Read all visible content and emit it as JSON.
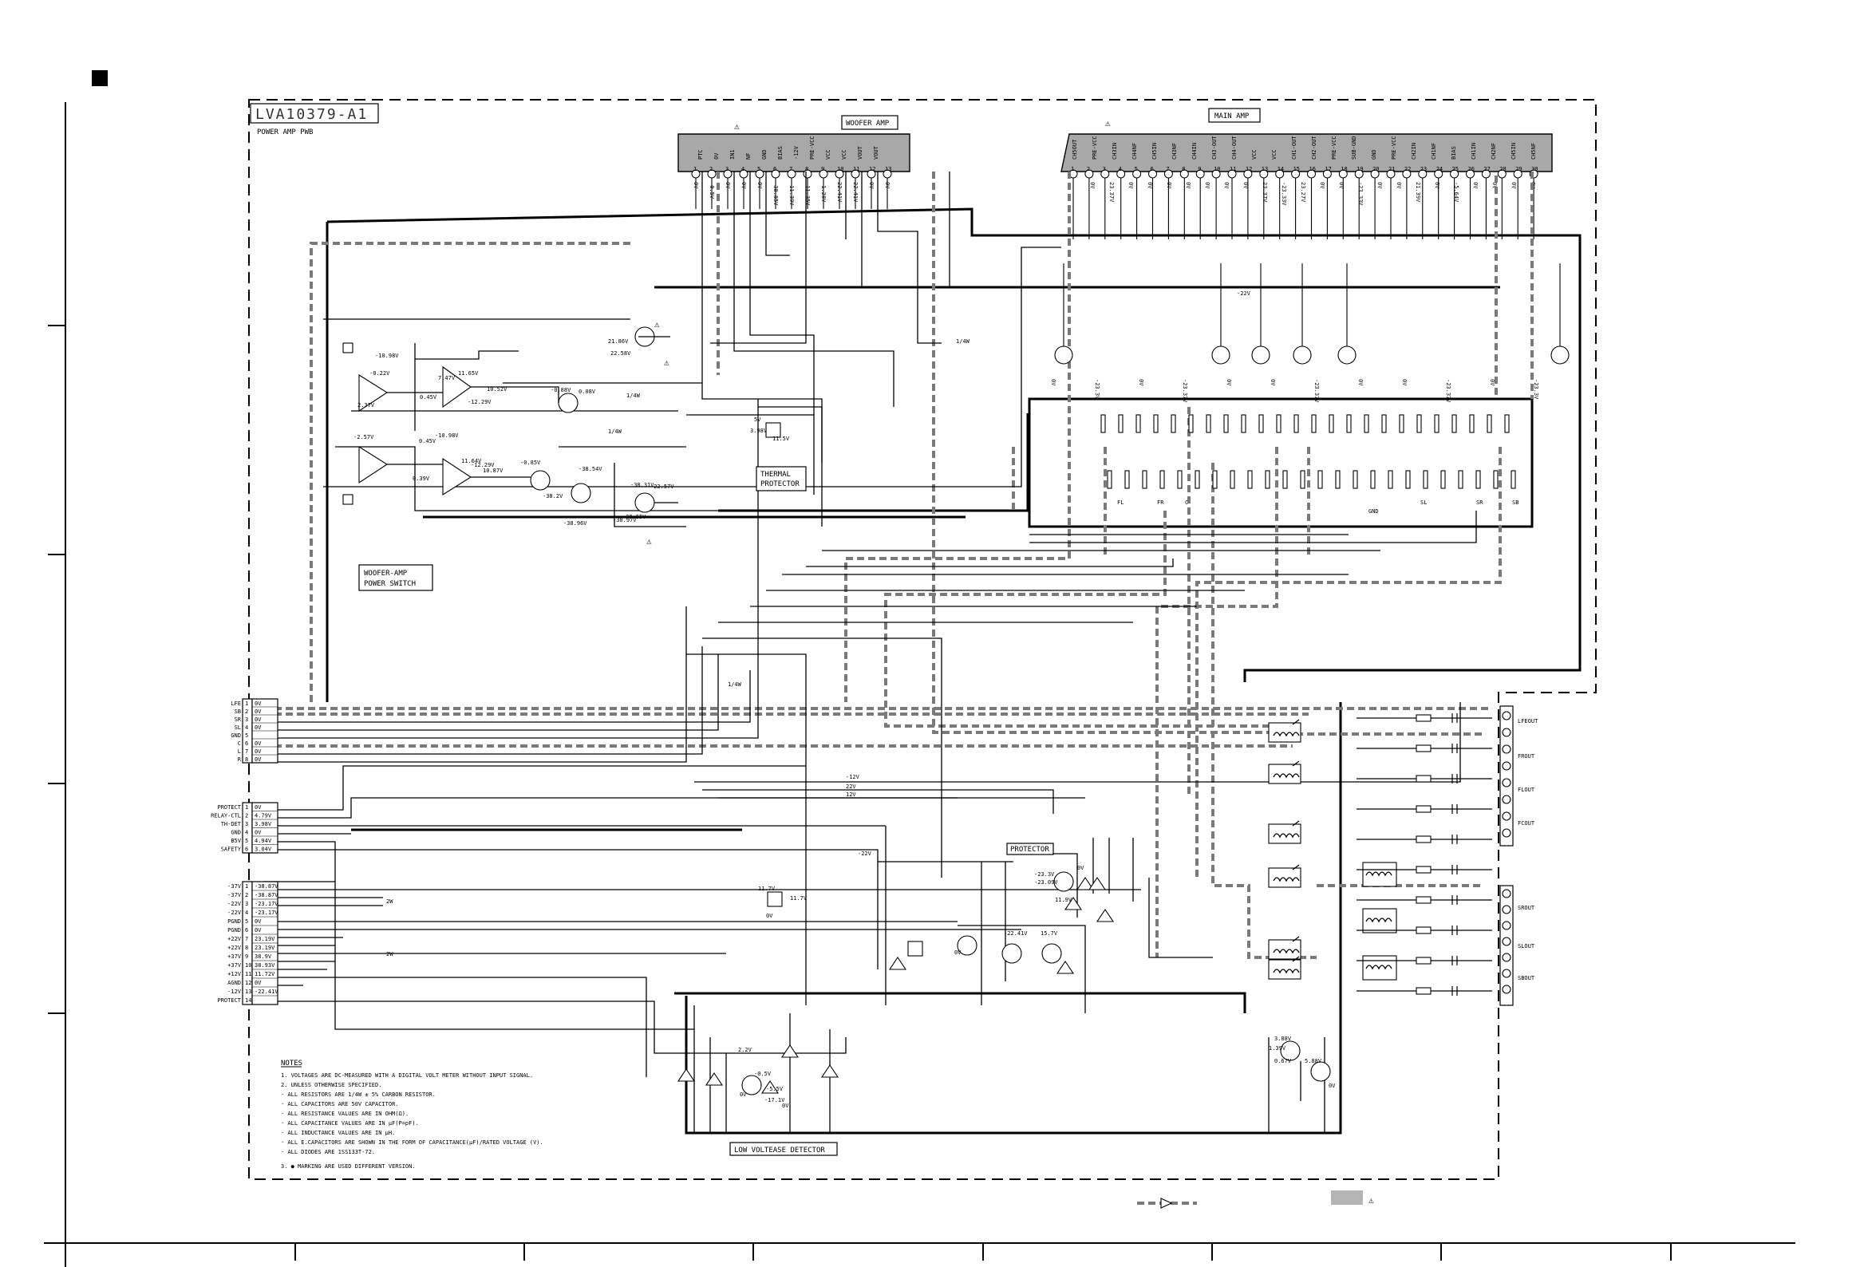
{
  "board": {
    "code": "LVA10379-A1",
    "name": "POWER AMP PWB"
  },
  "blocks": {
    "woofer_amp": "WOOFER AMP",
    "main_amp": "MAIN AMP",
    "woofer_power_switch_line1": "WOOFER-AMP",
    "woofer_power_switch_line2": "POWER SWITCH",
    "thermal_line1": "THERMAL",
    "thermal_line2": "PROTECTOR",
    "protector": "PROTECTOR",
    "low_voltage": "LOW VOLTEASE DETECTOR"
  },
  "woofer_ic_pins": [
    "PTC",
    "0V",
    "IN1",
    "NF",
    "GND",
    "BIAS",
    "-12V",
    "PRE-VCC",
    "VCC",
    "VCC",
    "VOUT",
    "VOUT"
  ],
  "woofer_ic_voltages": [
    "0V",
    "-0.5V",
    "0V",
    "0V",
    "0V",
    "-38.85V",
    "-11.39V",
    "-11.35V",
    "-1.28V",
    "22.41V",
    "22.41V",
    "0V",
    "0V"
  ],
  "main_ic_pins": [
    "CH5OUT",
    "PRE-VCC",
    "CH3IN",
    "CH4NF",
    "CH5IN",
    "CH3NF",
    "CH4IN",
    "CH3-OUT",
    "CH4-OUT",
    "VCC",
    "VCC",
    "CH1-OUT",
    "CH2-OUT",
    "PRE-VCC",
    "SUB-GND",
    "GND",
    "PRE-VCC",
    "CH2IN",
    "CH1NF",
    "BIAS",
    "CH1IN",
    "CH2NF",
    "CH5IN",
    "CH5NF"
  ],
  "main_ic_voltages": [
    "0V",
    "23.37V",
    "0V",
    "0V",
    "0V",
    "0V",
    "0V",
    "0V",
    "0V",
    "23.37V",
    "-23.33V",
    "23.27V",
    "0V",
    "0V",
    "-23.33V",
    "0V",
    "0V",
    "21.39V",
    "0V",
    "-5.64V",
    "0V",
    "0V",
    "0V",
    "0V"
  ],
  "input_connector": {
    "labels": [
      "LFE",
      "SB",
      "SR",
      "SL",
      "GND",
      "C",
      "L",
      "R"
    ],
    "pins": [
      "1",
      "2",
      "3",
      "4",
      "5",
      "6",
      "7",
      "8"
    ],
    "voltages": [
      "0V",
      "0V",
      "0V",
      "0V",
      "",
      "0V",
      "0V",
      "0V"
    ]
  },
  "control_connector": {
    "labels": [
      "PROTECT",
      "RELAY-CTL",
      "TH-DET",
      "GND",
      "B5V",
      "SAFETY"
    ],
    "pins": [
      "1",
      "2",
      "3",
      "4",
      "5",
      "6"
    ],
    "voltages": [
      "0V",
      "4.79V",
      "3.98V",
      "0V",
      "4.94V",
      "3.04V"
    ]
  },
  "power_connector": {
    "labels": [
      "-37V",
      "-37V",
      "-22V",
      "-22V",
      "PGND",
      "PGND",
      "+22V",
      "+22V",
      "+37V",
      "+37V",
      "+12V",
      "AGND",
      "-12V",
      "PROTECT"
    ],
    "pins": [
      "1",
      "2",
      "3",
      "4",
      "5",
      "6",
      "7",
      "8",
      "9",
      "10",
      "11",
      "12",
      "13",
      "14"
    ],
    "voltages": [
      "-38.87V",
      "-38.87V",
      "-23.17V",
      "-23.17V",
      "0V",
      "0V",
      "23.19V",
      "23.19V",
      "38.9V",
      "38.93V",
      "11.72V",
      "0V",
      "-22.41V",
      ""
    ]
  },
  "output_terminals": {
    "front": [
      "LFEOUT",
      "FROUT",
      "FLOUT",
      "FCOUT"
    ],
    "surround": [
      "SROUT",
      "SLOUT",
      "SBOUT"
    ]
  },
  "channel_labels": [
    "FL",
    "FR",
    "C",
    "SL",
    "SR",
    "SB"
  ],
  "rail_labels": [
    "GND",
    "-12V",
    "22V",
    "12V",
    "-22V",
    "-22V",
    "1/4W",
    "1/4W",
    "1/4W",
    "2W",
    "2W",
    "1/4W"
  ],
  "woofer_switch_voltages": [
    "-10.98V",
    "-0.22V",
    "7.47V",
    "11.65V",
    "10.52V",
    "0.45V",
    "-12.29V",
    "2.37V",
    "-0.88V",
    "0.08V",
    "-2.57V",
    "-10.98V",
    "11.64V",
    "-12.29V",
    "0.39V",
    "0.45V",
    "10.87V",
    "-0.85V",
    "-38.2V",
    "-38.54V",
    "-22.57V",
    "-38.96V",
    "-38.55V",
    "-38.97V",
    "-38.31V",
    "21.86V",
    "22.58V"
  ],
  "thermal_voltages": [
    "5V",
    "3.98V",
    "11.5V"
  ],
  "protector_voltages": [
    "-23.3V",
    "-23.09V",
    "11.9V",
    "0V",
    "11.7V",
    "11.7V",
    "0V",
    "-22.41V",
    "15.7V",
    "0V"
  ],
  "low_voltage_values": [
    "2.2V",
    "-0.5V",
    "0V",
    "-5.5V",
    "-17.1V",
    "0V"
  ],
  "detector_voltages": [
    "3.88V",
    "1.39V",
    "0.67V",
    "5.88V",
    "0V"
  ],
  "main_amp_voltages": [
    "0V",
    "-23.3V",
    "0V",
    "-23.37V",
    "0V",
    "0V",
    "-23.37V",
    "0V",
    "0V",
    "-23.37V",
    "0V",
    "-23.3V"
  ],
  "notes": {
    "heading": "NOTES",
    "lines": [
      "1. VOLTAGES ARE DC-MEASURED WITH A DIGITAL VOLT METER WITHOUT INPUT SIGNAL.",
      "2. UNLESS OTHERWISE SPECIFIED.",
      "  · ALL RESISTORS ARE 1/4W ± 5% CARBON RESISTOR.",
      "  · ALL CAPACITORS ARE 50V CAPACITOR.",
      "  · ALL RESISTANCE VALUES ARE IN OHM(Ω).",
      "  · ALL CAPACITANCE VALUES ARE IN µF(P=pF).",
      "  · ALL INDUCTANCE VALUES ARE IN µH.",
      "  · ALL E.CAPACITORS ARE SHOWN IN THE FORM OF CAPACITANCE(µF)/RATED VOLTAGE (V).",
      "  · ALL DIODES ARE 1SS133T-72.",
      "3. ● MARKING ARE USED DIFFERENT VERSION."
    ]
  },
  "colors": {
    "wire": "#000000",
    "signal_path": "#7a7a7a",
    "ic_fill": "#a8a8a8",
    "background": "#ffffff"
  }
}
